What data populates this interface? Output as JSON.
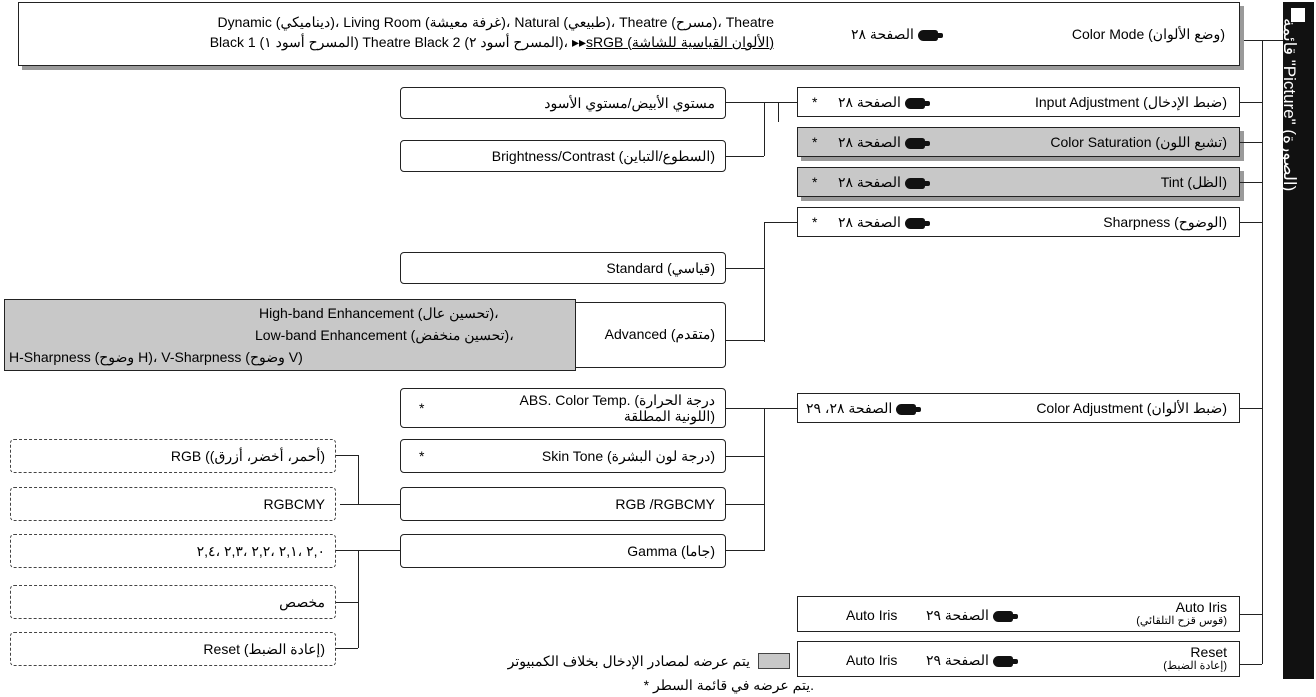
{
  "sidebar": {
    "title": "قائمة \"Picture\" (الصورة)"
  },
  "color_mode": {
    "label": "Color Mode (وضع الألوان)",
    "page": "الصفحة ٢٨",
    "options_line1": "Dynamic (ديناميكي)، Living Room (غرفة معيشة)، Natural (طبيعي)، Theatre (مسرح)، Theatre",
    "options_line2_a": "Black 1 (المسرح أسود ١) Theatre Black 2 (المسرح أسود ٢)،",
    "options_line2_b": "sRGB (الألوان القياسية للشاشة)"
  },
  "items": [
    {
      "label": "Input Adjustment (ضبط الإدخال)",
      "page": "الصفحة ٢٨",
      "star": "*"
    },
    {
      "label": "Color Saturation (تشبع اللون)",
      "page": "الصفحة ٢٨",
      "star": "*"
    },
    {
      "label": "Tint (الظل)",
      "page": "الصفحة ٢٨",
      "star": "*"
    },
    {
      "label": "Sharpness (الوضوح)",
      "page": "الصفحة ٢٨",
      "star": "*"
    },
    {
      "label": "Color Adjustment (ضبط الألوان)",
      "page": "الصفحة ٢٨، ٢٩"
    },
    {
      "label_en": "Auto Iris",
      "label_ar": "(قوس قزح التلقائي)",
      "page": "الصفحة ٢٩",
      "note": "Auto Iris"
    },
    {
      "label_en": "Reset",
      "label_ar": "(إعادة الضبط)",
      "page": "الصفحة ٢٩",
      "note": "Auto Iris"
    }
  ],
  "input_sub": [
    "مستوي الأبيض/مستوي الأسود",
    "Brightness/Contrast (السطوع/التباين)"
  ],
  "sharp_sub": {
    "standard": "Standard (قياسي)",
    "advanced": "Advanced (متقدم)",
    "advanced_detail": [
      "High-band Enhancement (تحسين عال)،",
      "Low-band Enhancement (تحسين منخفض)،",
      "H-Sharpness (وضوح H)، V-Sharpness (وضوح V)"
    ]
  },
  "color_sub": [
    {
      "label": "ABS. Color Temp. (درجة الحرارة",
      "label2": "اللونية المطلقة)",
      "star": "*"
    },
    {
      "label": "Skin Tone (درجة لون البشرة)",
      "star": "*"
    },
    {
      "label": "RGB /RGBCMY"
    },
    {
      "label": "Gamma (جاما)"
    }
  ],
  "rgb_sub": [
    "RGB ((أحمر، أخضر، أزرق)",
    "RGBCMY"
  ],
  "gamma_sub": [
    "٢,٠ ،٢,١ ،٢,٢ ،٢,٣ ،٢,٤",
    "مخصص",
    "Reset (إعادة الضبط)"
  ],
  "legend": {
    "gray_note": "يتم عرضه لمصادر الإدخال بخلاف الكمبيوتر",
    "star_note": "* يتم عرضه في قائمة السطر."
  }
}
